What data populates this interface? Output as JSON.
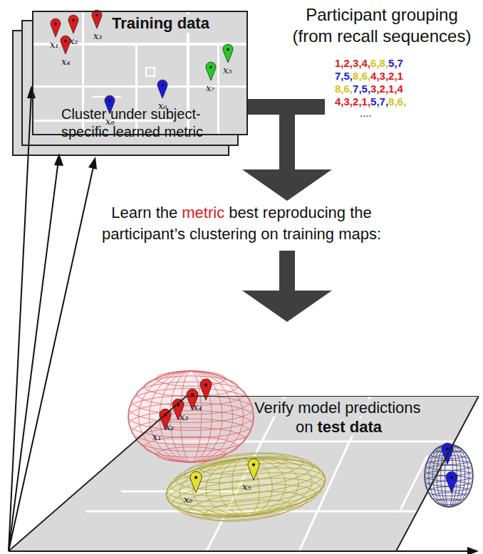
{
  "diagram": {
    "nodes": [
      {
        "text": [
          "Training data"
        ]
      },
      {
        "text": [
          "Verify model predictions",
          "on",
          "test data"
        ]
      }
    ],
    "labels": [
      "Participant grouping",
      "(from recall sequences)",
      "1,2,3,4,6,8,5,7",
      "7,5,8,6,4,3,2,1",
      "8,6,7,5,3,2,1,4",
      "4,3,2,1,5,7,8,6,",
      "....",
      "Learn the",
      "metric",
      "best reproducing the",
      "participant’s clustering on training maps:",
      "Cluster under subject-specific learned metric",
      "x₁",
      "x₂",
      "x₃",
      "x₄",
      "x₅",
      "x₇",
      "x₆",
      "x₈",
      "x₁",
      "x₂",
      "x₃",
      "x₄",
      "x₆",
      "x₅"
    ]
  }
}
